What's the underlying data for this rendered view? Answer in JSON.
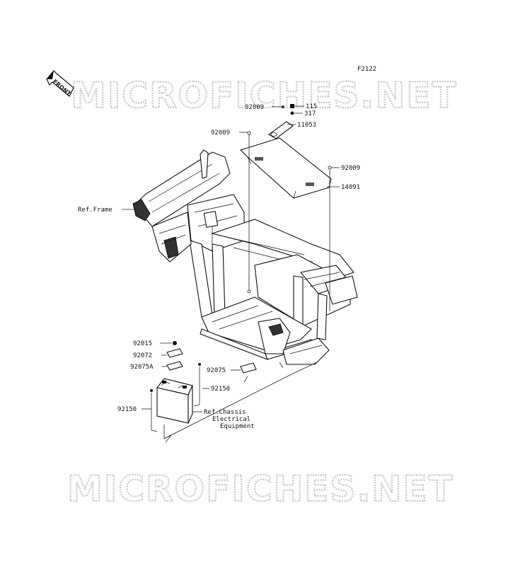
{
  "figure_code": "F2122",
  "front_arrow_text": "FRONT",
  "watermarks": [
    "MICROFICHES.NET",
    "MICROFICHES.NET"
  ],
  "parts": {
    "p92009_top": "92009",
    "p115": "115",
    "p317": "317",
    "p92009_mid": "92009",
    "p11053": "11053",
    "p92009_right": "92009",
    "p14091": "14091",
    "ref_frame": "Ref.Frame",
    "p92015": "92015",
    "p92072": "92072",
    "p92075A": "92075A",
    "p92075": "92075",
    "p92150_right": "92150",
    "p92150_left": "92150",
    "ref_chassis_1": "Ref.Chassis",
    "ref_chassis_2": "Electrical",
    "ref_chassis_3": "Equipment"
  }
}
